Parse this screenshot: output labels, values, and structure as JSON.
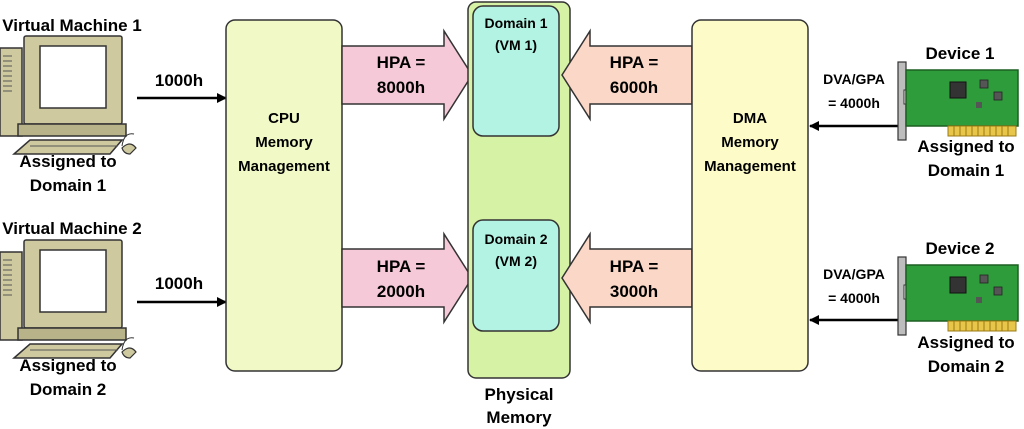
{
  "colors": {
    "cpu_box_fill": "#f1f9c7",
    "dma_box_fill": "#fdfbc7",
    "physical_memory_fill": "#d6f3a5",
    "domain_fill": "#b3f3e3",
    "hpa_left_arrow_fill": "#f6c9d9",
    "hpa_right_arrow_fill": "#fbd7c7",
    "device_board_fill": "#2e9c3a",
    "computer_fill": "#cfc9a0"
  },
  "icons": {
    "computer": "desktop-computer-icon",
    "device": "pci-card-icon"
  },
  "vms": [
    {
      "title": "Virtual Machine 1",
      "caption_line1": "Assigned to",
      "caption_line2": "Domain 1",
      "address": "1000h"
    },
    {
      "title": "Virtual Machine 2",
      "caption_line1": "Assigned to",
      "caption_line2": "Domain 2",
      "address": "1000h"
    }
  ],
  "cpu_box": {
    "line1": "CPU",
    "line2": "Memory",
    "line3": "Management"
  },
  "dma_box": {
    "line1": "DMA",
    "line2": "Memory",
    "line3": "Management"
  },
  "physical_memory": {
    "line1": "Physical",
    "line2": "Memory"
  },
  "domains": [
    {
      "line1": "Domain 1",
      "line2": "(VM 1)"
    },
    {
      "line1": "Domain 2",
      "line2": "(VM 2)"
    }
  ],
  "cpu_hpa": [
    {
      "line1": "HPA =",
      "line2": "8000h"
    },
    {
      "line1": "HPA =",
      "line2": "2000h"
    }
  ],
  "dma_hpa": [
    {
      "line1": "HPA =",
      "line2": "6000h"
    },
    {
      "line1": "HPA =",
      "line2": "3000h"
    }
  ],
  "devices": [
    {
      "title": "Device 1",
      "addr_line1": "DVA/GPA",
      "addr_line2": "= 4000h",
      "caption_line1": "Assigned to",
      "caption_line2": "Domain 1"
    },
    {
      "title": "Device 2",
      "addr_line1": "DVA/GPA",
      "addr_line2": "= 4000h",
      "caption_line1": "Assigned to",
      "caption_line2": "Domain 2"
    }
  ]
}
